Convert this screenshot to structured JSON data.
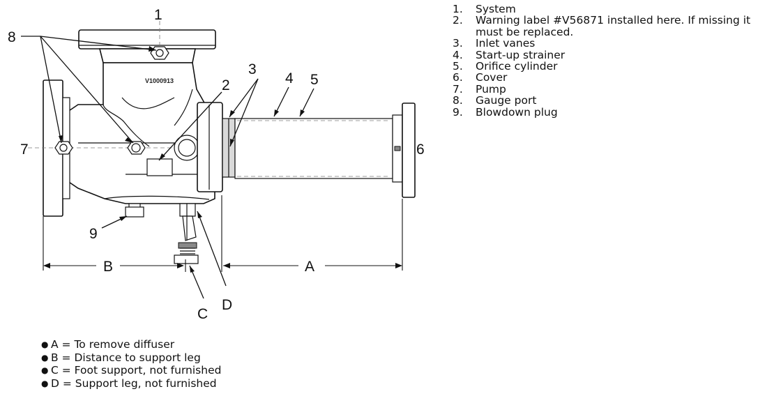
{
  "diagram": {
    "stamp_text": "V1000913",
    "callouts": {
      "c1": "1",
      "c2": "2",
      "c3": "3",
      "c4": "4",
      "c5": "5",
      "c6": "6",
      "c7": "7",
      "c8": "8",
      "c9": "9"
    },
    "dimensions": {
      "a": "A",
      "b": "B",
      "c": "C",
      "d": "D"
    }
  },
  "legend": [
    {
      "num": "1.",
      "text": "System"
    },
    {
      "num": "2.",
      "text": "Warning label #V56871 installed here. If missing it must be replaced."
    },
    {
      "num": "3.",
      "text": "Inlet vanes"
    },
    {
      "num": "4.",
      "text": "Start-up strainer"
    },
    {
      "num": "5.",
      "text": "Orifice cylinder"
    },
    {
      "num": "6.",
      "text": "Cover"
    },
    {
      "num": "7.",
      "text": "Pump"
    },
    {
      "num": "8.",
      "text": "Gauge port"
    },
    {
      "num": "9.",
      "text": "Blowdown plug"
    }
  ],
  "notes": [
    {
      "text": "A = To remove diffuser"
    },
    {
      "text": "B = Distance to support leg"
    },
    {
      "text": "C = Foot support, not furnished"
    },
    {
      "text": "D = Support leg, not furnished"
    }
  ]
}
